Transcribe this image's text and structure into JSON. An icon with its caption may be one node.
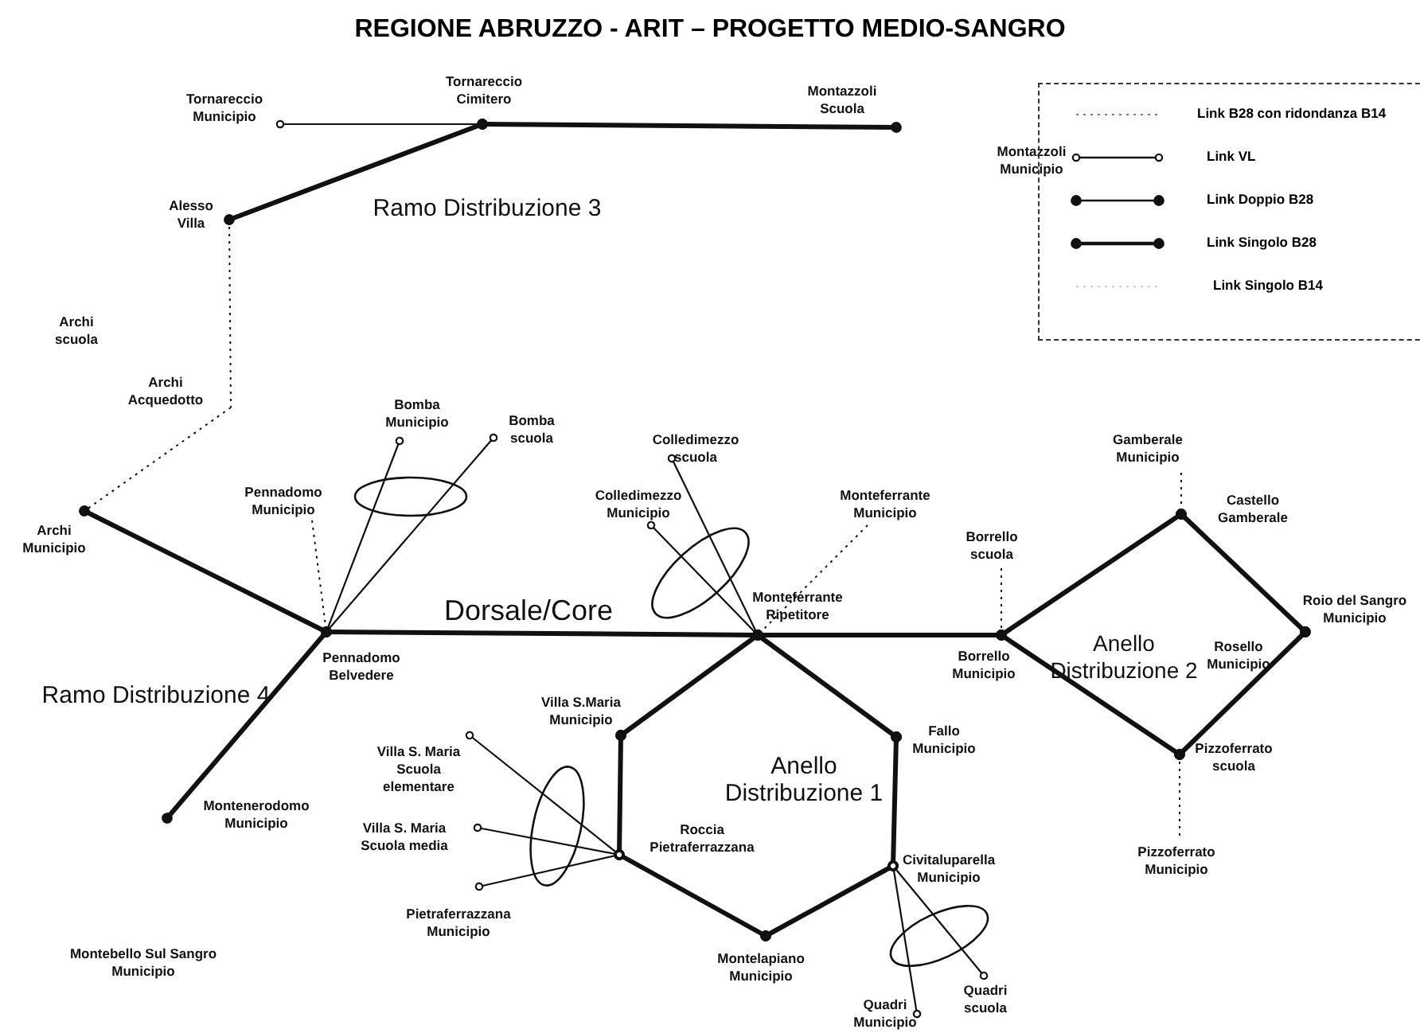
{
  "diagram": {
    "title": "REGIONE ABRUZZO - ARIT – PROGETTO MEDIO-SANGRO",
    "nodes": [
      {
        "text": [
          "Tornareccio Municipio"
        ]
      },
      {
        "text": [
          "Tornareccio Cimitero"
        ]
      },
      {
        "text": [
          "Montazzoli Scuola"
        ]
      },
      {
        "text": [
          "Alesso Villa"
        ]
      },
      {
        "text": [
          "Archi Acquedotto"
        ]
      },
      {
        "text": [
          "Archi Municipio"
        ]
      },
      {
        "text": [
          "Pennadomo Municipio"
        ]
      },
      {
        "text": [
          "Bomba Municipio"
        ]
      },
      {
        "text": [
          "Bomba scuola"
        ]
      },
      {
        "text": [
          "Pennadomo Belvedere"
        ]
      },
      {
        "text": [
          "Montenerodomo Municipio"
        ]
      },
      {
        "text": [
          "Colledimezzo scuola"
        ]
      },
      {
        "text": [
          "Colledimezzo Municipio"
        ]
      },
      {
        "text": [
          "Monteferrante Municipio"
        ]
      },
      {
        "text": [
          "Monteferrante Ripetitore"
        ]
      },
      {
        "text": [
          "Villa S.Maria Municipio"
        ]
      },
      {
        "text": [
          "Villa S. Maria Scuola elementare"
        ]
      },
      {
        "text": [
          "Villa S. Maria Scuola media"
        ]
      },
      {
        "text": [
          "Pietraferrazzana Municipio"
        ]
      },
      {
        "text": [
          "Roccia Pietraferrazzana"
        ]
      },
      {
        "text": [
          "Montelapiano Municipio"
        ]
      },
      {
        "text": [
          "Civitaluparella Municipio"
        ]
      },
      {
        "text": [
          "Fallo Municipio"
        ]
      },
      {
        "text": [
          "Quadri Municipio"
        ]
      },
      {
        "text": [
          "Quadri scuola"
        ]
      },
      {
        "text": [
          "Borrello scuola"
        ]
      },
      {
        "text": [
          "Borrello Municipio"
        ]
      },
      {
        "text": [
          "Gamberale Municipio"
        ]
      },
      {
        "text": [
          "Castello Gamberale"
        ]
      },
      {
        "text": [
          "Roio del Sangro Municipio"
        ]
      },
      {
        "text": [
          "Pizzoferrato scuola"
        ]
      },
      {
        "text": [
          "Pizzoferrato Municipio"
        ]
      }
    ],
    "edges": [
      {
        "from": 0,
        "to": 1,
        "arrow": "other"
      },
      {
        "from": 1,
        "to": 2,
        "arrow": "other",
        "style": "thick"
      },
      {
        "from": 1,
        "to": 3,
        "arrow": "other",
        "style": "thick"
      },
      {
        "from": 3,
        "to": 4,
        "arrow": "none",
        "style": "dashed"
      },
      {
        "from": 4,
        "to": 5,
        "arrow": "none",
        "style": "dashed"
      },
      {
        "from": 5,
        "to": 9,
        "arrow": "other",
        "style": "thick"
      },
      {
        "from": 6,
        "to": 9,
        "arrow": "none",
        "style": "dashed"
      },
      {
        "from": 7,
        "to": 9,
        "arrow": "other"
      },
      {
        "from": 8,
        "to": 9,
        "arrow": "other"
      },
      {
        "from": 9,
        "to": 10,
        "arrow": "other",
        "style": "thick"
      },
      {
        "from": 9,
        "to": 14,
        "arrow": "other",
        "style": "thick"
      },
      {
        "from": 11,
        "to": 14,
        "arrow": "other"
      },
      {
        "from": 12,
        "to": 14,
        "arrow": "other"
      },
      {
        "from": 13,
        "to": 14,
        "arrow": "none",
        "style": "dashed"
      },
      {
        "from": 14,
        "to": 26,
        "arrow": "other",
        "style": "thick"
      },
      {
        "from": 14,
        "to": 15,
        "arrow": "other",
        "style": "thick"
      },
      {
        "from": 15,
        "to": 19,
        "arrow": "other",
        "style": "thick"
      },
      {
        "from": 19,
        "to": 20,
        "arrow": "other",
        "style": "thick"
      },
      {
        "from": 20,
        "to": 21,
        "arrow": "other",
        "style": "thick"
      },
      {
        "from": 21,
        "to": 22,
        "arrow": "other",
        "style": "thick"
      },
      {
        "from": 22,
        "to": 14,
        "arrow": "other",
        "style": "thick"
      },
      {
        "from": 16,
        "to": 19,
        "arrow": "other"
      },
      {
        "from": 17,
        "to": 19,
        "arrow": "other"
      },
      {
        "from": 18,
        "to": 19,
        "arrow": "other"
      },
      {
        "from": 23,
        "to": 21,
        "arrow": "other"
      },
      {
        "from": 24,
        "to": 21,
        "arrow": "other"
      },
      {
        "from": 25,
        "to": 26,
        "arrow": "none",
        "style": "dashed"
      },
      {
        "from": 26,
        "to": 28,
        "arrow": "other",
        "style": "thick"
      },
      {
        "from": 28,
        "to": 29,
        "arrow": "other",
        "style": "thick"
      },
      {
        "from": 29,
        "to": 30,
        "arrow": "other",
        "style": "thick"
      },
      {
        "from": 30,
        "to": 26,
        "arrow": "other",
        "style": "thick"
      },
      {
        "from": 27,
        "to": 28,
        "arrow": "none",
        "style": "dashed"
      },
      {
        "from": 30,
        "to": 31,
        "arrow": "none",
        "style": "dashed"
      }
    ],
    "labels": [
      "Montazzoli Municipio",
      "Ramo Distribuzione 3",
      "Archi scuola",
      "Dorsale/Core",
      "Ramo Distribuzione 4",
      "Anello Distribuzione 1",
      "Rosello Municipio",
      "Anello Distribuzione 2",
      "Montebello Sul Sangro Municipio"
    ],
    "legend": [
      {
        "text": "Link B28 con ridondanza B14"
      },
      {
        "text": "Link VL"
      },
      {
        "text": "Link Doppio B28"
      },
      {
        "text": "Link Singolo B28"
      },
      {
        "text": "Link Singolo B14"
      }
    ]
  }
}
